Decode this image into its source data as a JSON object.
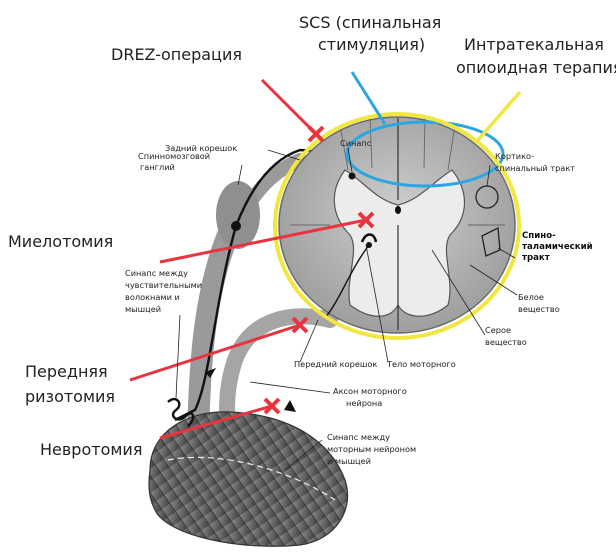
{
  "procedures": {
    "drez": "DREZ-операция",
    "scs_line1": "SCS (спинальная",
    "scs_line2": "стимуляция)",
    "intrathecal_line1": "Интратекальная",
    "intrathecal_line2": "опиоидная терапия",
    "myelotomy": "Миелотомия",
    "anterior_rhizotomy_line1": "Передняя",
    "anterior_rhizotomy_line2": "ризотомия",
    "neurotomy": "Невротомия"
  },
  "anatomy": {
    "synapse": "Синапс",
    "posterior_root": "Задний корешок",
    "spinal_ganglion_line1": "Спинномозговой",
    "spinal_ganglion_line2": "ганглий",
    "corticospinal_line1": "Кортико-",
    "corticospinal_line2": "спинальный тракт",
    "spinothalamic_line1": "Спино-",
    "spinothalamic_line2": "таламический",
    "spinothalamic_line3": "тракт",
    "sensory_synapse_line1": "Синапс между",
    "sensory_synapse_line2": "чувствительными",
    "sensory_synapse_line3": "волокнами и",
    "sensory_synapse_line4": "мышцей",
    "white_matter_line1": "Белое",
    "white_matter_line2": "вещество",
    "gray_matter_line1": "Серое",
    "gray_matter_line2": "вещество",
    "anterior_root": "Передний корешок",
    "motor_body": "Тело моторного",
    "motor_axon_line1": "Аксон моторного",
    "motor_axon_line2": "нейрона",
    "motor_synapse_line1": "Синапс между",
    "motor_synapse_line2": "моторным нейроном",
    "motor_synapse_line3": "и мышцей"
  },
  "colors": {
    "procedure_marker": "#e8343f",
    "scs_marker": "#2aa6e0",
    "intrathecal_marker": "#f2e640",
    "tissue": "#8a8a8a"
  }
}
